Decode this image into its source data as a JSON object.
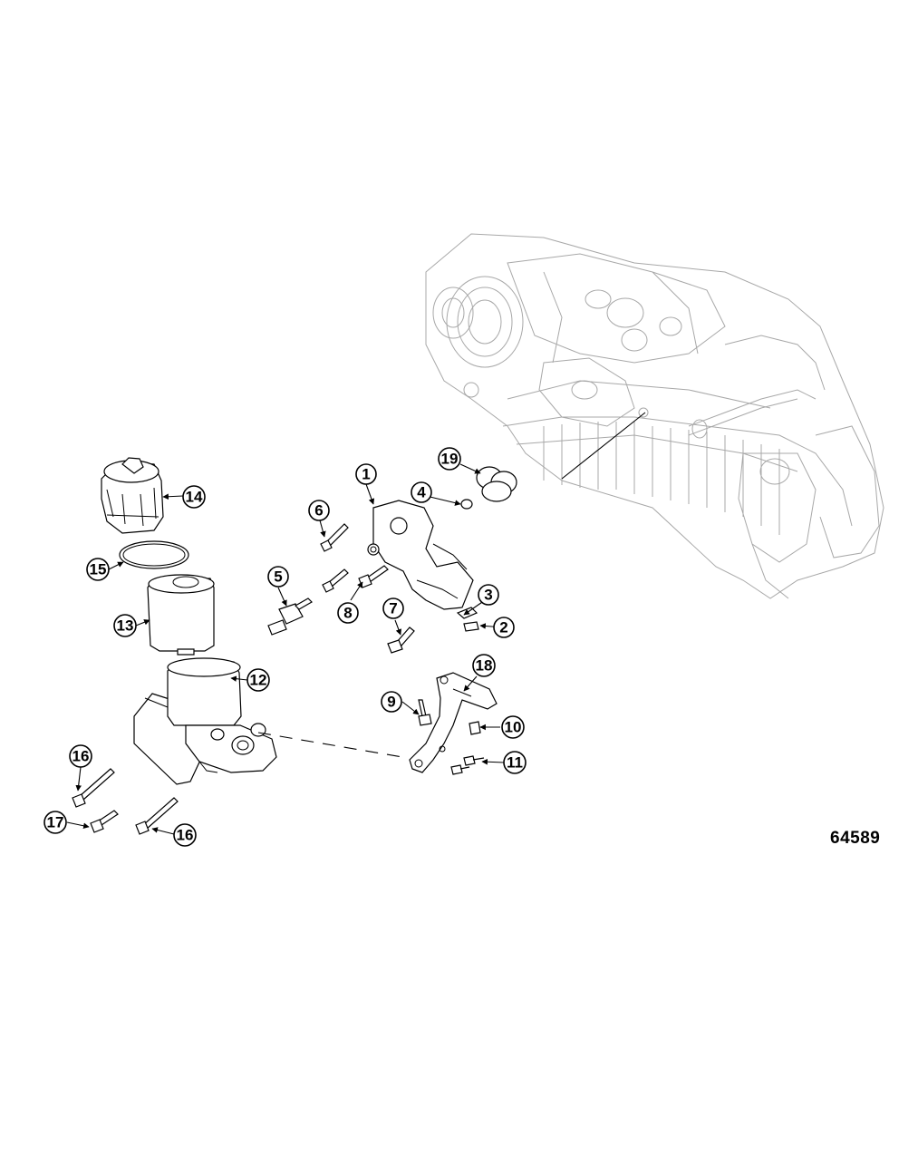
{
  "diagram": {
    "reference_number": "64589",
    "callouts": [
      {
        "label": "1"
      },
      {
        "label": "2"
      },
      {
        "label": "3"
      },
      {
        "label": "4"
      },
      {
        "label": "5"
      },
      {
        "label": "6"
      },
      {
        "label": "7"
      },
      {
        "label": "8"
      },
      {
        "label": "9"
      },
      {
        "label": "10"
      },
      {
        "label": "11"
      },
      {
        "label": "12"
      },
      {
        "label": "13"
      },
      {
        "label": "14"
      },
      {
        "label": "15"
      },
      {
        "label": "16"
      },
      {
        "label": "16"
      },
      {
        "label": "17"
      },
      {
        "label": "18"
      },
      {
        "label": "19"
      }
    ]
  }
}
